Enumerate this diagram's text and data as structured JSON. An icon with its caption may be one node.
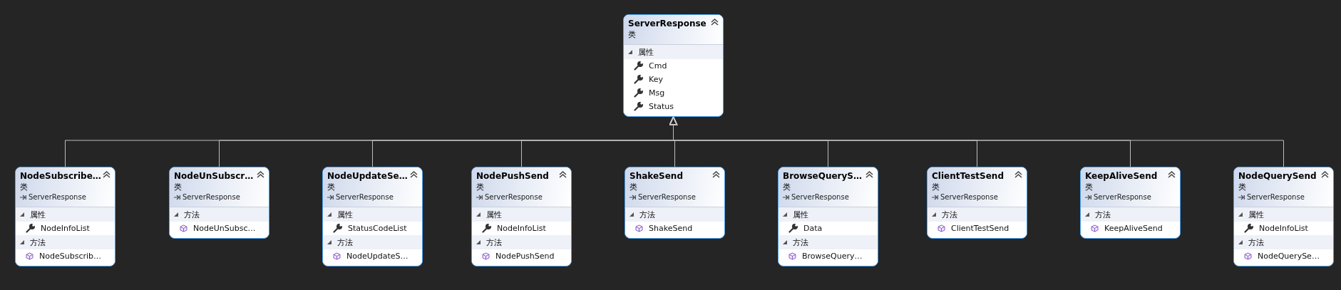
{
  "diagram": {
    "nodes": [
      {
        "text": [
          "ServerResponse",
          "类"
        ]
      },
      {
        "text": [
          "属性",
          "Cmd",
          "Key",
          "Msg",
          "Status"
        ],
        "in": 0
      },
      {
        "text": [
          "NodeSubscribe…",
          "类",
          "ServerResponse"
        ]
      },
      {
        "text": [
          "属性",
          "NodeInfoList"
        ],
        "in": 2
      },
      {
        "text": [
          "方法",
          "NodeSubscrib…"
        ],
        "in": 2
      },
      {
        "text": [
          "NodeUnSubscr…",
          "类",
          "ServerResponse"
        ]
      },
      {
        "text": [
          "方法",
          "NodeUnSubsc…"
        ],
        "in": 5
      },
      {
        "text": [
          "NodeUpdateSe…",
          "类",
          "ServerResponse"
        ]
      },
      {
        "text": [
          "属性",
          "StatusCodeList"
        ],
        "in": 7
      },
      {
        "text": [
          "方法",
          "NodeUpdateS…"
        ],
        "in": 7
      },
      {
        "text": [
          "NodePushSend",
          "类",
          "ServerResponse"
        ]
      },
      {
        "text": [
          "属性",
          "NodeInfoList"
        ],
        "in": 10
      },
      {
        "text": [
          "方法",
          "NodePushSend"
        ],
        "in": 10
      },
      {
        "text": [
          "ShakeSend",
          "类",
          "ServerResponse"
        ]
      },
      {
        "text": [
          "方法",
          "ShakeSend"
        ],
        "in": 13
      },
      {
        "text": [
          "BrowseQueryS…",
          "类",
          "ServerResponse"
        ]
      },
      {
        "text": [
          "属性",
          "Data"
        ],
        "in": 15
      },
      {
        "text": [
          "方法",
          "BrowseQuery…"
        ],
        "in": 15
      },
      {
        "text": [
          "ClientTestSend",
          "类",
          "ServerResponse"
        ]
      },
      {
        "text": [
          "方法",
          "ClientTestSend"
        ],
        "in": 18
      },
      {
        "text": [
          "KeepAliveSend",
          "类",
          "ServerResponse"
        ]
      },
      {
        "text": [
          "方法",
          "KeepAliveSend"
        ],
        "in": 20
      },
      {
        "text": [
          "NodeQuerySend",
          "类",
          "ServerResponse"
        ]
      },
      {
        "text": [
          "属性",
          "NodeInfoList"
        ],
        "in": 22
      },
      {
        "text": [
          "方法",
          "NodeQuerySe…"
        ],
        "in": 22
      }
    ],
    "edges": [
      {
        "from": 2,
        "to": 0,
        "arrow": "to"
      },
      {
        "from": 5,
        "to": 0,
        "arrow": "to"
      },
      {
        "from": 7,
        "to": 0,
        "arrow": "to"
      },
      {
        "from": 10,
        "to": 0,
        "arrow": "to"
      },
      {
        "from": 13,
        "to": 0,
        "arrow": "to"
      },
      {
        "from": 15,
        "to": 0,
        "arrow": "to"
      },
      {
        "from": 18,
        "to": 0,
        "arrow": "to"
      },
      {
        "from": 20,
        "to": 0,
        "arrow": "to"
      },
      {
        "from": 22,
        "to": 0,
        "arrow": "to"
      }
    ]
  }
}
